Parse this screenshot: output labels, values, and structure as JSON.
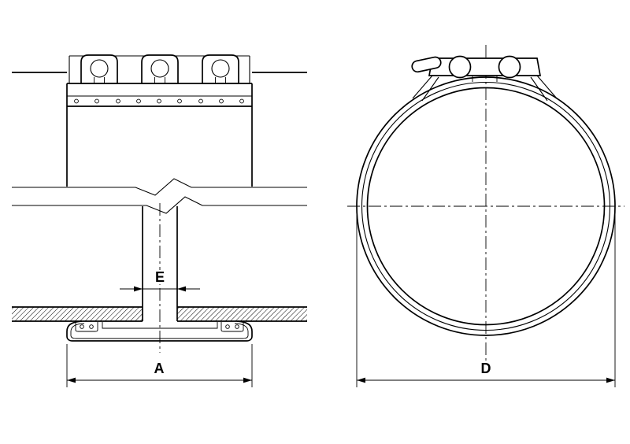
{
  "drawing": {
    "labels": {
      "dim_e": "E",
      "dim_a": "A",
      "dim_d": "D"
    },
    "colors": {
      "line": "#000000",
      "background": "#ffffff"
    }
  }
}
